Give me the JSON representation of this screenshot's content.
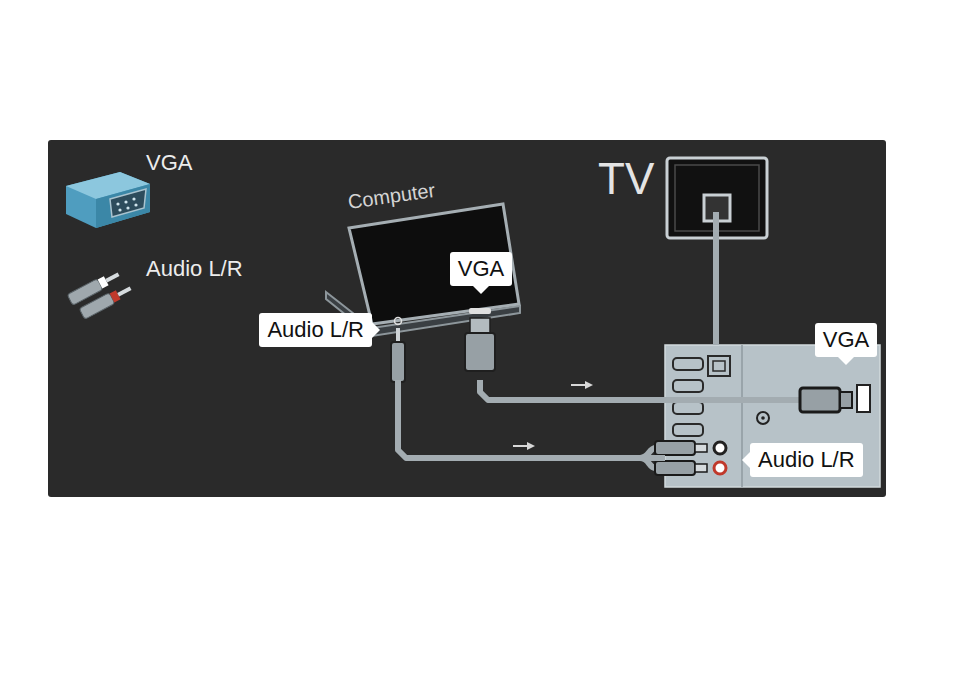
{
  "diagram": {
    "nodes": [
      {
        "text": [
          "Computer",
          "VGA",
          "Audio L/R"
        ]
      },
      {
        "text": [
          "TV"
        ]
      },
      {
        "text": [
          "VGA",
          "Audio L/R"
        ]
      }
    ],
    "edges": [
      {
        "from": 0,
        "to": 2,
        "arrow": "to"
      },
      {
        "from": 0,
        "to": 2,
        "arrow": "to"
      },
      {
        "from": 1,
        "to": 2,
        "arrow": "none"
      }
    ],
    "legend": [
      {
        "text": "VGA"
      },
      {
        "text": "Audio L/R"
      }
    ]
  }
}
